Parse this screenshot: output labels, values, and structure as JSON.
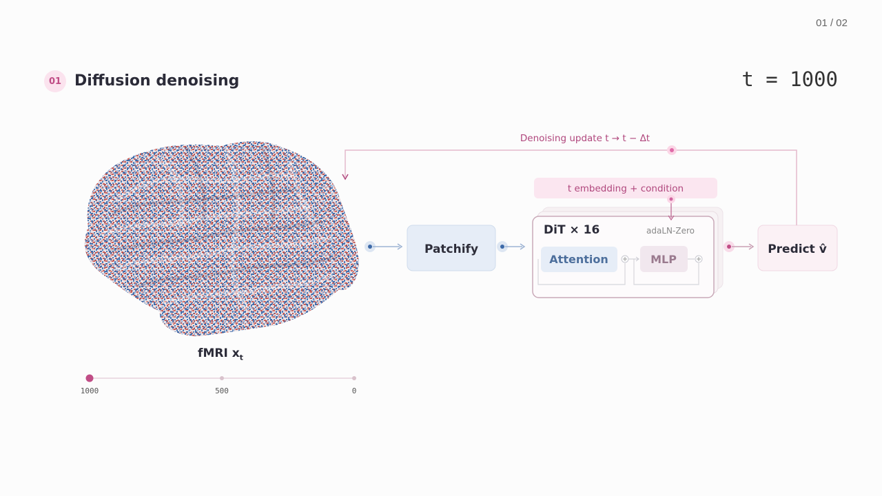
{
  "page_counter": "01 / 02",
  "step": {
    "number": "01",
    "title": "Diffusion denoising"
  },
  "timestep_readout": "t = 1000",
  "brain": {
    "caption_main": "fMRI  x",
    "caption_sub": "t"
  },
  "timeline": {
    "ticks": [
      "1000",
      "500",
      "0"
    ],
    "current_fraction": 0.0
  },
  "pipeline": {
    "patchify_label": "Patchify",
    "dit_label": "DiT × 16",
    "adaln_label": "adaLN-Zero",
    "attention_label": "Attention",
    "mlp_label": "MLP",
    "predict_label": "Predict v̂",
    "embedding_label": "t embedding  +  condition",
    "update_label": "Denoising update   t → t − Δt"
  },
  "colors": {
    "accent_pink": "#d065a0",
    "accent_blue": "#3d6aa8",
    "noise_red": "#c9605a",
    "noise_blue": "#4f7bb5"
  }
}
